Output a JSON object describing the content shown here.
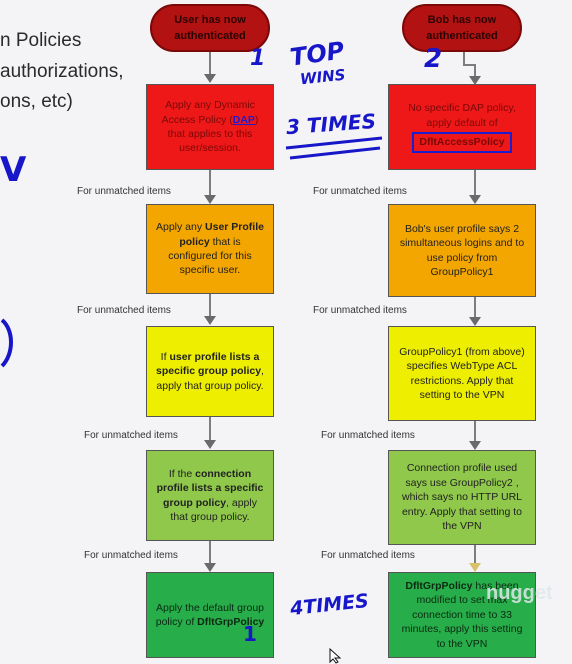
{
  "left_text": [
    "n Policies",
    "authorizations,",
    "ons, etc)"
  ],
  "left_col": {
    "start": "User has now authenticated",
    "steps": [
      [
        "Apply any Dynamic Access Policy (",
        "DAP",
        ") that applies to this user/session."
      ],
      [
        "Apply any ",
        "User Profile policy",
        " that is configured for this specific user."
      ],
      [
        "If ",
        "user profile lists a specific group policy",
        ", apply that group policy."
      ],
      [
        "If the ",
        "connection profile lists a specific group policy",
        ", apply that group policy."
      ],
      [
        "Apply the default group policy of ",
        "DfltGrpPolicy",
        ""
      ]
    ]
  },
  "right_col": {
    "start": "Bob has now authenticated",
    "steps": [
      "No specific DAP policy, apply default of",
      "Bob's user profile says 2 simultaneous logins and to use policy from GroupPolicy1",
      "GroupPolicy1 (from above) specifies WebType ACL restrictions. Apply that setting to the VPN",
      "Connection profile used says use GroupPolicy2 , which says no HTTP URL entry. Apply that setting to the VPN",
      [
        "DfltGrpPolicy",
        " has been modified to set max connection time to 33 minutes, apply this setting to the VPN"
      ]
    ],
    "highlight": "DfltAccessPolicy"
  },
  "unmatched_label": "For unmatched items",
  "annotations": {
    "one": "1",
    "two": "2",
    "top": "TOP",
    "wins": "WINS",
    "three_times": "3 TIMES",
    "four_times": "4TIMES",
    "left_v": "V"
  },
  "watermark": "nugget"
}
